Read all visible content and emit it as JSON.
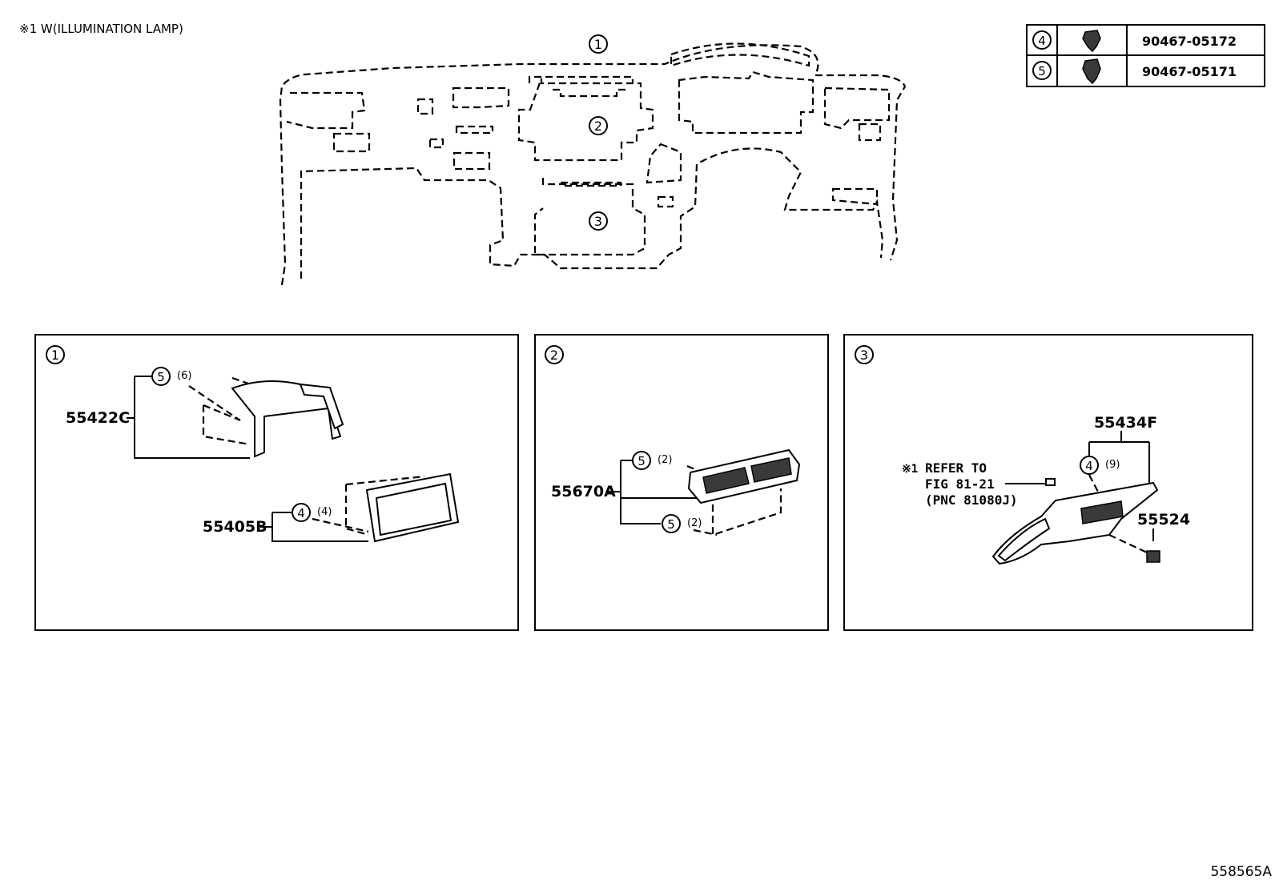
{
  "note": "※1 W(ILLUMINATION LAMP)",
  "overview": {
    "callouts": [
      "1",
      "2",
      "3"
    ]
  },
  "fastener_table": [
    {
      "ref": "4",
      "part_no": "90467-05172"
    },
    {
      "ref": "5",
      "part_no": "90467-05171"
    }
  ],
  "panels": [
    {
      "id": "1",
      "parts": [
        {
          "part_no": "55422C",
          "fastener_ref": "5",
          "qty": "(6)"
        },
        {
          "part_no": "55405B",
          "fastener_ref": "4",
          "qty": "(4)"
        }
      ]
    },
    {
      "id": "2",
      "parts": [
        {
          "part_no": "55670A",
          "fastener_ref": "5",
          "qty": "(2)",
          "fastener2_ref": "5",
          "qty2": "(2)"
        }
      ]
    },
    {
      "id": "3",
      "parts": [
        {
          "part_no": "55434F",
          "fastener_ref": "4",
          "qty": "(9)"
        },
        {
          "part_no": "55524"
        }
      ],
      "reference": {
        "mark": "※1",
        "line1": "REFER TO",
        "line2": "FIG 81-21",
        "line3": "(PNC 81080J)"
      }
    }
  ],
  "figure_id": "558565A"
}
